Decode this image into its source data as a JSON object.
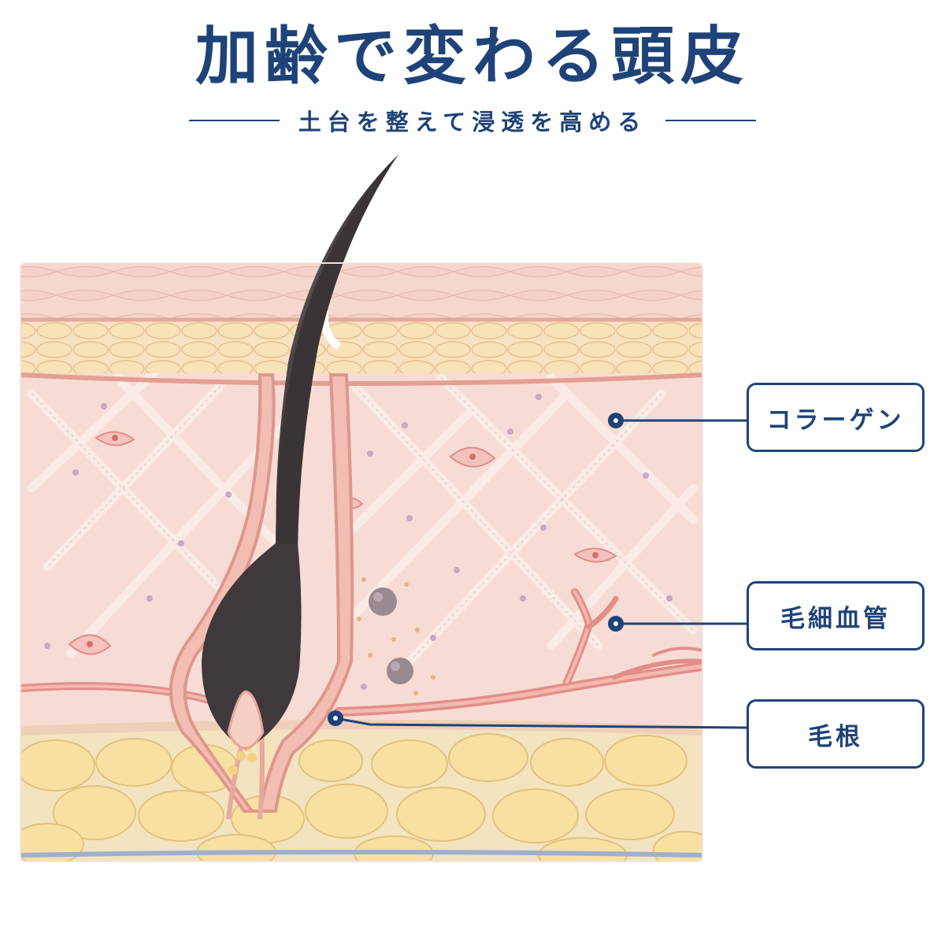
{
  "header": {
    "title": "加齢で変わる頭皮",
    "subtitle": "土台を整えて浸透を高める"
  },
  "labels": [
    {
      "id": "collagen",
      "text": "コラーゲン"
    },
    {
      "id": "capillary",
      "text": "毛細血管"
    },
    {
      "id": "hair-root",
      "text": "毛根"
    }
  ],
  "colors": {
    "accent": "#1f4378",
    "epidermis": "#f2cfc4",
    "dermis": "#f7dcd5",
    "fat": "#f5e1a4",
    "vessel": "#e89a93",
    "hair": "#3f3a3c"
  },
  "icons": [
    "hair-shaft-icon",
    "collagen-fiber-icon",
    "capillary-icon",
    "fat-cell-icon",
    "fibroblast-icon"
  ]
}
